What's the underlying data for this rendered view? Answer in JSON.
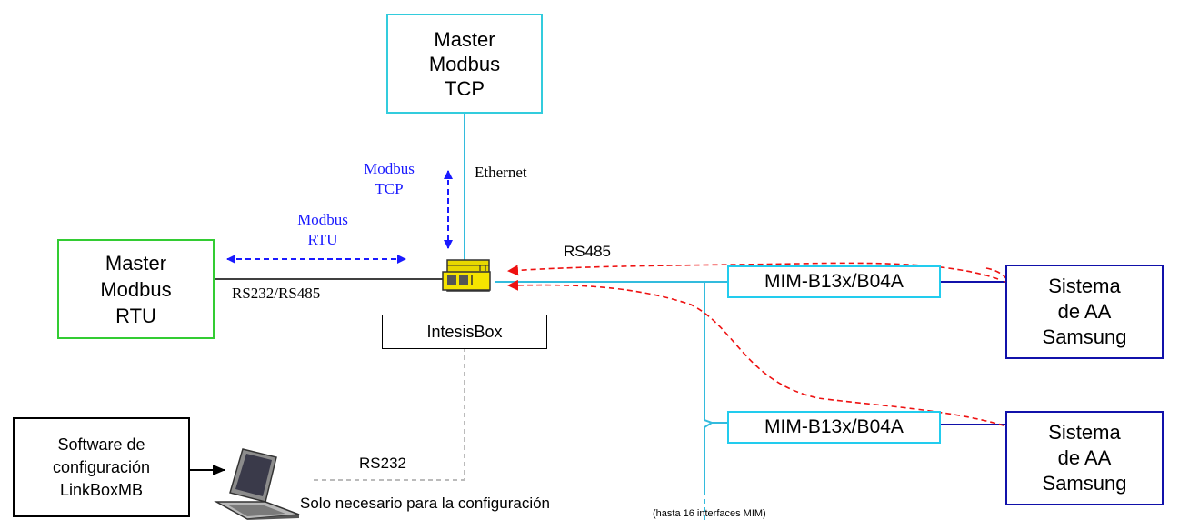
{
  "nodes": {
    "master_tcp": [
      "Master",
      "Modbus",
      "TCP"
    ],
    "master_rtu": [
      "Master",
      "Modbus",
      "RTU"
    ],
    "intesisbox": "IntesisBox",
    "mim_1": "MIM-B13x/B04A",
    "mim_2": "MIM-B13x/B04A",
    "sistema_1": [
      "Sistema",
      "de AA",
      "Samsung"
    ],
    "sistema_2": [
      "Sistema",
      "de AA",
      "Samsung"
    ],
    "software": [
      "Software de",
      "configuración",
      "LinkBoxMB"
    ]
  },
  "labels": {
    "modbus_tcp": [
      "Modbus",
      "TCP"
    ],
    "modbus_rtu": [
      "Modbus",
      "RTU"
    ],
    "ethernet": "Ethernet",
    "rs485": "RS485",
    "rs232_rs485": "RS232/RS485",
    "rs232": "RS232",
    "solo_necesario": "Solo necesario para la configuración",
    "hasta_16": "(hasta 16 interfaces MIM)"
  },
  "colors": {
    "tcp_border": "#33ccdd",
    "rtu_border": "#33cc33",
    "mim_border": "#22ccee",
    "sistema_border": "#1111aa",
    "modbus_arrow": "#1a1aff",
    "rs485_arrow": "#ee1111",
    "bus_line": "#33bbdd",
    "config_line": "#bbbbbb"
  },
  "icons": [
    "intesisbox-device-icon",
    "laptop-icon"
  ]
}
